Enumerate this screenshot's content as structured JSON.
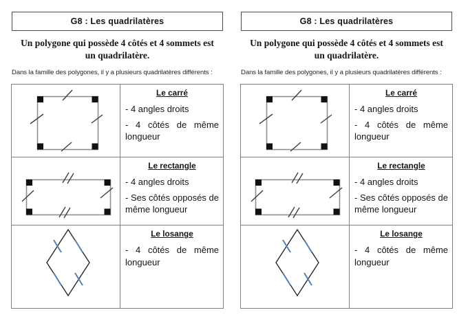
{
  "panel": {
    "header_title": "G8 : Les quadrilatères",
    "statement_line1": "Un polygone qui possède 4 côtés et 4 sommets est",
    "statement_line2": "un quadrilatère.",
    "intro": "Dans la famille des polygones, il y a plusieurs quadrilatères différents :",
    "rows": [
      {
        "figure": "carre-square-figure",
        "title": "Le carré",
        "items": [
          "- 4 angles droits",
          "- 4 côtés de même longueur"
        ]
      },
      {
        "figure": "rectangle-figure",
        "title": "Le rectangle",
        "items": [
          "- 4 angles droits",
          "- Ses côtés opposés de même longueur"
        ]
      },
      {
        "figure": "losange-diamond-figure",
        "title": "Le losange",
        "items": [
          "- 4 côtés de même longueur"
        ]
      }
    ]
  },
  "colors": {
    "table_border": "#7f7f7f",
    "shape_outline": "#8f8f8f",
    "corner_mark": "#111111",
    "tick_mark": "#3d3d3d",
    "losange_outline": "#262626",
    "losange_tick": "#4f81bd"
  }
}
